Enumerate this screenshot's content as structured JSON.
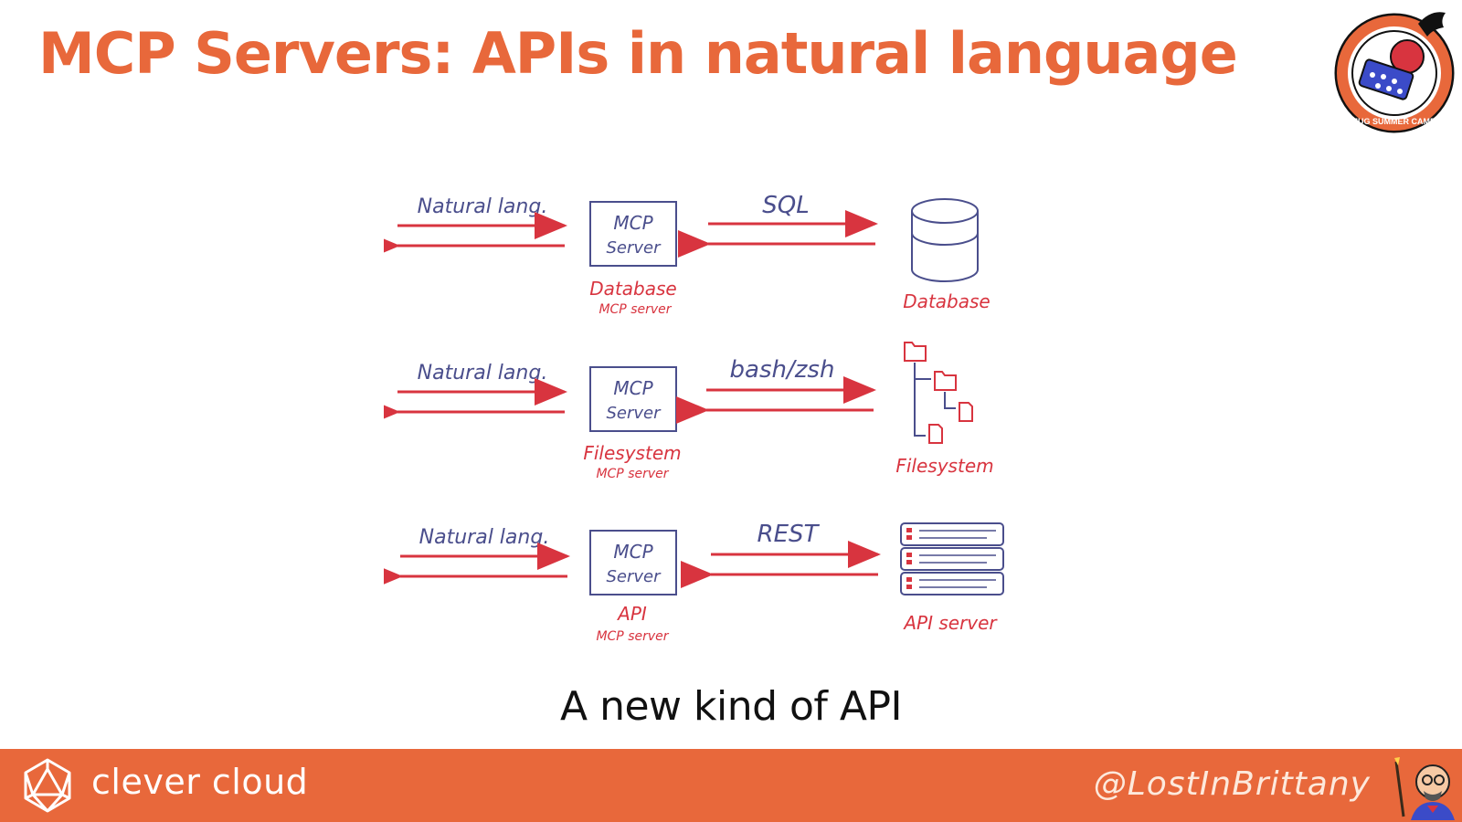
{
  "slide": {
    "title": "MCP Servers: APIs in natural language",
    "subtitle": "A new kind of API"
  },
  "diagram": {
    "rows": [
      {
        "left_label": "Natural lang.",
        "box_label_line1": "MCP",
        "box_label_line2": "Server",
        "server_name": "Database",
        "server_sub": "MCP server",
        "protocol": "SQL",
        "target_label": "Database",
        "target_icon": "database-cylinder-icon"
      },
      {
        "left_label": "Natural lang.",
        "box_label_line1": "MCP",
        "box_label_line2": "Server",
        "server_name": "Filesystem",
        "server_sub": "MCP server",
        "protocol": "bash/zsh",
        "target_label": "Filesystem",
        "target_icon": "folder-tree-icon"
      },
      {
        "left_label": "Natural lang.",
        "box_label_line1": "MCP",
        "box_label_line2": "Server",
        "server_name": "API",
        "server_sub": "MCP server",
        "protocol": "REST",
        "target_label": "API server",
        "target_icon": "server-rack-icon"
      }
    ]
  },
  "footer": {
    "brand": "clever cloud",
    "handle": "@LostInBrittany",
    "logo_icon": "clever-cloud-logo-icon",
    "avatar_icon": "cartoon-avatar-icon"
  },
  "badge": {
    "icon": "jug-summer-camp-badge-icon",
    "text": "JUG SUMMER CAMP"
  },
  "colors": {
    "accent": "#e8683b",
    "ink_blue": "#4a4e8c",
    "ink_red": "#d8343f"
  }
}
